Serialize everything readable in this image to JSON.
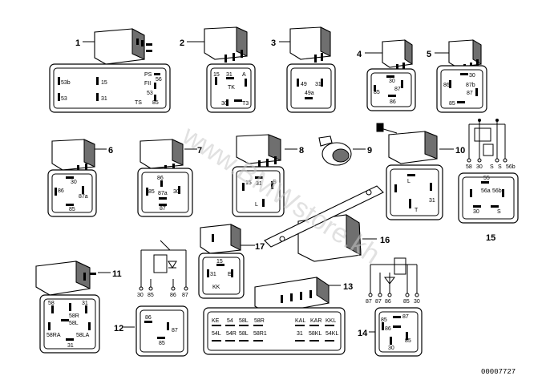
{
  "watermark": "www.BMWstore.kh",
  "doc_id": "00007727",
  "callouts": [
    "1",
    "2",
    "3",
    "4",
    "5",
    "6",
    "7",
    "8",
    "9",
    "10",
    "11",
    "12",
    "13",
    "14",
    "15",
    "16",
    "17"
  ],
  "faces": {
    "r1": [
      "53b",
      "15",
      "PS",
      "56",
      "FII",
      "53",
      "31",
      "53",
      "TS",
      "85"
    ],
    "r2": [
      "15",
      "31",
      "A",
      "TK",
      "30",
      "T3"
    ],
    "r3": [
      "49",
      "31",
      "49a"
    ],
    "r4": [
      "30",
      "87",
      "85",
      "86"
    ],
    "r5": [
      "30",
      "87b",
      "87",
      "86",
      "85"
    ],
    "r6": [
      "30",
      "86",
      "87a",
      "85"
    ],
    "r7": [
      "86",
      "85",
      "87a",
      "30",
      "87"
    ],
    "r8": [
      "31",
      "15",
      "S",
      "L"
    ],
    "r10": [
      "L",
      "31",
      "T"
    ],
    "r11": [
      "58",
      "31",
      "58R",
      "58L",
      "58RA",
      "58LA",
      "31"
    ],
    "r12": [
      "86",
      "87",
      "85"
    ],
    "r14": [
      "87",
      "85",
      "86",
      "30",
      "85"
    ],
    "r15": [
      "55",
      "56a",
      "56b",
      "30",
      "S"
    ],
    "r17": [
      "15",
      "31",
      "E",
      "KK"
    ]
  },
  "schematic_left": [
    "30",
    "85",
    "86",
    "87"
  ],
  "schematic_mid": [
    "87",
    "87",
    "86",
    "85",
    "30"
  ],
  "schematic_right": [
    "58",
    "30",
    "S",
    "S",
    "56b"
  ],
  "module13_top": [
    "KE",
    "54",
    "58L",
    "58R",
    "KAL",
    "KAR",
    "KKL"
  ],
  "module13_bottom": [
    "54L",
    "54R",
    "58L",
    "58R1",
    "31",
    "58KL",
    "54KL"
  ]
}
